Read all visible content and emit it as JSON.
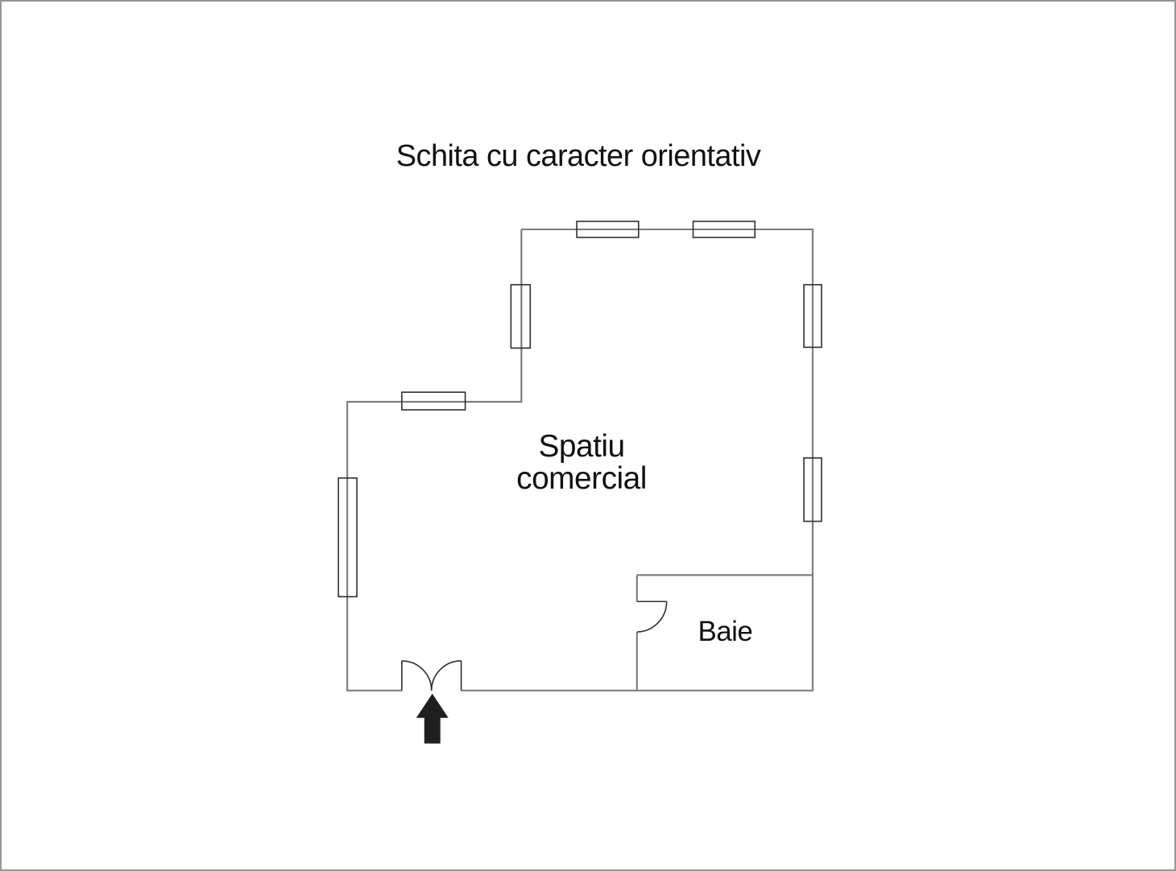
{
  "page": {
    "title": "Schita cu caracter orientativ"
  },
  "floor_plan": {
    "rooms": [
      {
        "name": "Spatiu comercial",
        "label_line1": "Spatiu",
        "label_line2": "comercial"
      },
      {
        "name": "Baie",
        "label": "Baie"
      }
    ],
    "features": {
      "entrance": "double-swing-door-with-arrow",
      "bathroom_door": "single-swing-door",
      "window_markers": 7
    },
    "colors": {
      "background": "#ffffff",
      "page_border": "#969696",
      "wall": "#7f7f7f",
      "detail": "#2e2e2e",
      "arrow": "#1f1f1f",
      "text": "#111111"
    }
  }
}
